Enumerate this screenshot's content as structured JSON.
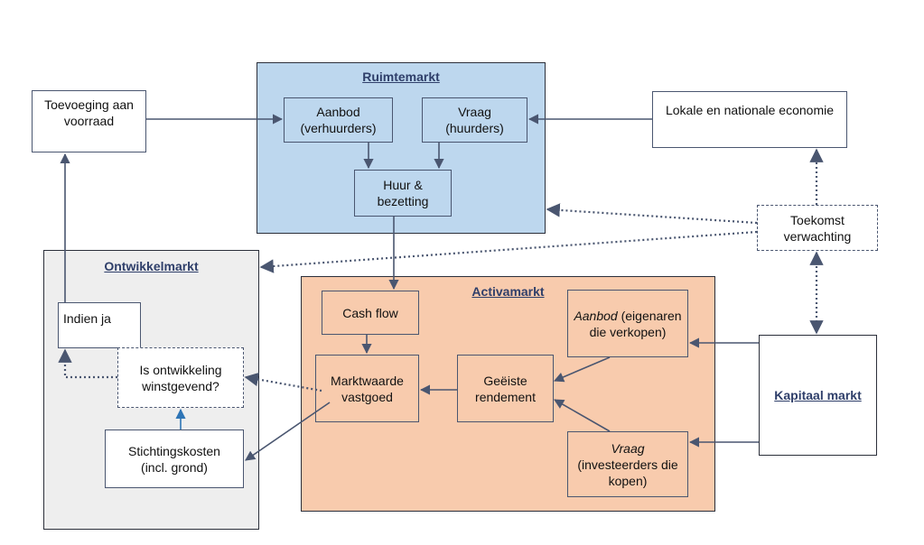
{
  "colors": {
    "ruimtemarkt_fill": "#bdd7ee",
    "ontwikkelmarkt_fill": "#eeeeee",
    "activamarkt_fill": "#f8cbad",
    "line": "#4a5670",
    "accent_arrow": "#2e75b6"
  },
  "regions": {
    "ruimtemarkt": "Ruimtemarkt",
    "ontwikkelmarkt": "Ontwikkelmarkt",
    "activamarkt": "Activamarkt"
  },
  "nodes": {
    "toevoeging": "Toevoeging aan\nvoorraad",
    "aanbod_ruimte": "Aanbod\n(verhuurders)",
    "vraag_ruimte": "Vraag\n(huurders)",
    "lokale_economie": "Lokale en nationale economie",
    "huur_bezetting": "Huur &\nbezetting",
    "toekomst": "Toekomst\nverwachting",
    "indien_ja": "Indien ja",
    "winstgevend": "Is ontwikkeling\nwinstgevend?",
    "stichtingskosten": "Stichtingskosten\n(incl. grond)",
    "cash_flow": "Cash flow",
    "marktwaarde": "Marktwaarde\nvastgoed",
    "geeiste": "Geëiste\nrendement",
    "aanbod_activa_em": "Aanbod",
    "aanbod_activa_rest": " (eigenaren\ndie verkopen)",
    "vraag_activa_em": "Vraag",
    "vraag_activa_rest": "\n(investeerders die\nkopen)",
    "kapitaal": "Kapitaal markt"
  }
}
